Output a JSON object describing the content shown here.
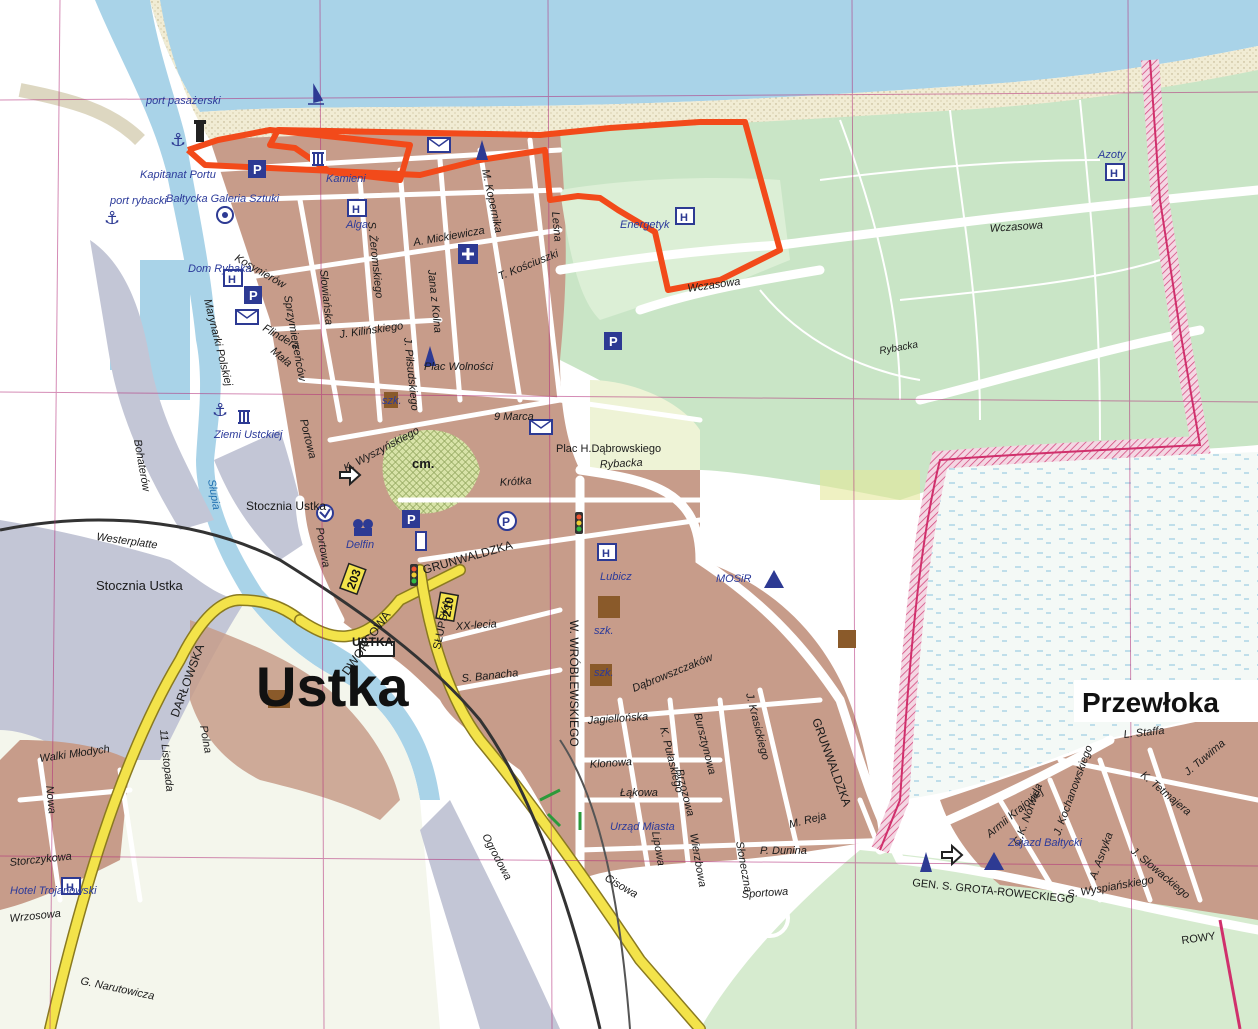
{
  "towns": {
    "main": "Ustka",
    "east": "Przewłoka"
  },
  "road_numbers": [
    "203",
    "210"
  ],
  "streets": [
    {
      "id": "wczasowa-1",
      "text": "Wczasowa"
    },
    {
      "id": "wczasowa-2",
      "text": "Wczasowa"
    },
    {
      "id": "rybacka-1",
      "text": "Rybacka"
    },
    {
      "id": "rybacka-2",
      "text": "Rybacka"
    },
    {
      "id": "mickiewicza",
      "text": "A. Mickiewicza"
    },
    {
      "id": "kopernika",
      "text": "M. Kopernika"
    },
    {
      "id": "kosciuszki",
      "text": "T. Kościuszki"
    },
    {
      "id": "lesna",
      "text": "Leśna"
    },
    {
      "id": "zeromskiego",
      "text": "S. Żeromskiego"
    },
    {
      "id": "kolna",
      "text": "Jana z Kolna"
    },
    {
      "id": "slowianska",
      "text": "Słowiańska"
    },
    {
      "id": "sprzymierzencow",
      "text": "Sprzymierzeńców"
    },
    {
      "id": "kilinskiego",
      "text": "J. Kilińskiego"
    },
    {
      "id": "pilsudskiego",
      "text": "J. Piłsudskiego"
    },
    {
      "id": "9marca",
      "text": "9 Marca"
    },
    {
      "id": "wyszynskiego",
      "text": "K. Wyszyńskiego"
    },
    {
      "id": "krotka",
      "text": "Krótka"
    },
    {
      "id": "grunwaldzka-1",
      "text": "GRUNWALDZKA"
    },
    {
      "id": "grunwaldzka-2",
      "text": "GRUNWALDZKA"
    },
    {
      "id": "dworcowa",
      "text": "DWORCOWA"
    },
    {
      "id": "slupska",
      "text": "SŁUPSKA"
    },
    {
      "id": "wroblewskiego",
      "text": "W. WRÓBLEWSKIEGO"
    },
    {
      "id": "xxlecia",
      "text": "XX-lecia"
    },
    {
      "id": "banacha",
      "text": "S. Banacha"
    },
    {
      "id": "dabrowszczakow",
      "text": "Dąbrowszczaków"
    },
    {
      "id": "jagiellonska",
      "text": "Jagiellońska"
    },
    {
      "id": "bursztynowa",
      "text": "Bursztynowa"
    },
    {
      "id": "krasickiego",
      "text": "J. Krasickiego"
    },
    {
      "id": "pulaskiego",
      "text": "K. Pułaskiego"
    },
    {
      "id": "klonowa",
      "text": "Klonowa"
    },
    {
      "id": "brzozowa",
      "text": "Brzozowa"
    },
    {
      "id": "lakowa",
      "text": "Łąkowa"
    },
    {
      "id": "lipowa",
      "text": "Lipowa"
    },
    {
      "id": "wierzbowa",
      "text": "Wierzbowa"
    },
    {
      "id": "sloneczna",
      "text": "Słoneczna"
    },
    {
      "id": "dunina",
      "text": "P. Dunina"
    },
    {
      "id": "reja",
      "text": "M. Reja"
    },
    {
      "id": "sportowa",
      "text": "Sportowa"
    },
    {
      "id": "cisowa",
      "text": "Cisowa"
    },
    {
      "id": "ogrodowa",
      "text": "Ogrodowa"
    },
    {
      "id": "darlowska",
      "text": "DARŁOWSKA"
    },
    {
      "id": "11listopada",
      "text": "11 Listopada"
    },
    {
      "id": "polna",
      "text": "Polna"
    },
    {
      "id": "walki",
      "text": "Walki Młodych"
    },
    {
      "id": "nowa",
      "text": "Nowa"
    },
    {
      "id": "storczykowa",
      "text": "Storczykowa"
    },
    {
      "id": "wrzosowa",
      "text": "Wrzosowa"
    },
    {
      "id": "narutowicza",
      "text": "G. Narutowicza"
    },
    {
      "id": "westerplatte",
      "text": "Westerplatte"
    },
    {
      "id": "bohaterow",
      "text": "Bohaterów"
    },
    {
      "id": "marynarki",
      "text": "Marynarki Polskiej"
    },
    {
      "id": "kosynierow",
      "text": "Kosynierów"
    },
    {
      "id": "flindera",
      "text": "Flindera"
    },
    {
      "id": "mala",
      "text": "Mała"
    },
    {
      "id": "portowa",
      "text": "Portowa"
    },
    {
      "id": "portowa-2",
      "text": "Portowa"
    },
    {
      "id": "armii",
      "text": "Armii Krajowej"
    },
    {
      "id": "grota",
      "text": "GEN. S. GROTA-ROWECKIEGO"
    },
    {
      "id": "rowy",
      "text": "ROWY"
    },
    {
      "id": "staffa",
      "text": "L. Staffa"
    },
    {
      "id": "tuwima",
      "text": "J. Tuwima"
    },
    {
      "id": "tetmajera",
      "text": "K. Tetmajera"
    },
    {
      "id": "slowackiego",
      "text": "J. Słowackiego"
    },
    {
      "id": "wyspianskiego",
      "text": "S. Wyspiańskiego"
    },
    {
      "id": "kochanowskiego",
      "text": "J. Kochanowskiego"
    },
    {
      "id": "norwida",
      "text": "C.K. Norwida"
    },
    {
      "id": "asnyka",
      "text": "A. Asnyka"
    }
  ],
  "places": [
    {
      "id": "port-pasazerski",
      "text": "port pasażerski"
    },
    {
      "id": "kapitanat",
      "text": "Kapitanat Portu"
    },
    {
      "id": "port-rybacki",
      "text": "port rybacki"
    },
    {
      "id": "galeria",
      "text": "Bałtycka Galeria Sztuki"
    },
    {
      "id": "dom-rybaka",
      "text": "Dom Rybaka"
    },
    {
      "id": "kamieni",
      "text": "Kamieni"
    },
    {
      "id": "alga",
      "text": "Alga"
    },
    {
      "id": "energetyk",
      "text": "Energetyk"
    },
    {
      "id": "azoty",
      "text": "Azoty"
    },
    {
      "id": "plac-wolnosci",
      "text": "Plac Wolności"
    },
    {
      "id": "plac-dabrowskiego",
      "text": "Plac H.Dąbrowskiego"
    },
    {
      "id": "cm",
      "text": "cm."
    },
    {
      "id": "ziemi-ustk",
      "text": "Ziemi Ustckiej"
    },
    {
      "id": "slupia",
      "text": "Słupia"
    },
    {
      "id": "stocznia-1",
      "text": "Stocznia Ustka"
    },
    {
      "id": "stocznia-2",
      "text": "Stocznia Ustka"
    },
    {
      "id": "delfin",
      "text": "Delfin"
    },
    {
      "id": "lubicz",
      "text": "Lubicz"
    },
    {
      "id": "mosir",
      "text": "MOSiR"
    },
    {
      "id": "szk-1",
      "text": "szk."
    },
    {
      "id": "szk-2",
      "text": "szk."
    },
    {
      "id": "szk-3",
      "text": "szk."
    },
    {
      "id": "ustka-station",
      "text": "USTKA"
    },
    {
      "id": "urzad",
      "text": "Urząd Miasta"
    },
    {
      "id": "zajazd",
      "text": "Zajazd Bałtycki"
    },
    {
      "id": "hotel-trojanowski",
      "text": "Hotel Trojanowski"
    }
  ],
  "colors": {
    "sea": "#a9d3e8",
    "beach": "#f3efd9",
    "forest": "#c9e5c6",
    "meadow": "#f6f8ee",
    "built": "#c79c8a",
    "road_main": "#f3e34a",
    "route": "#f24a1a",
    "boundary": "#d0306c",
    "grid": "#b22e7a",
    "icon_blue": "#2d3a93"
  }
}
